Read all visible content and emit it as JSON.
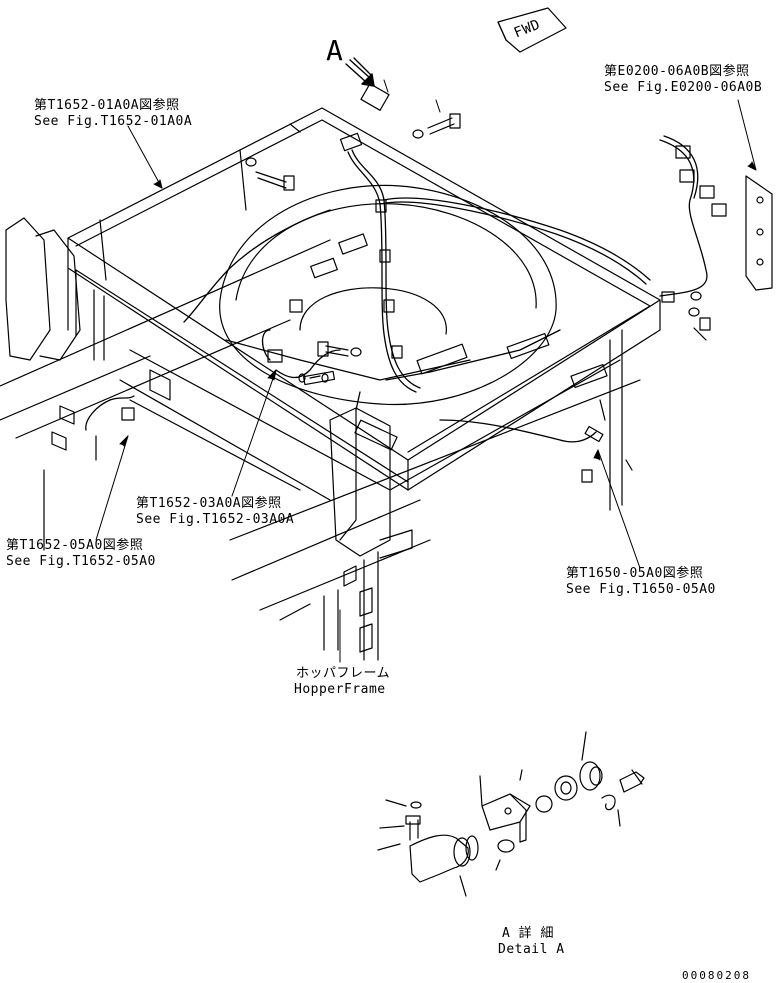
{
  "labels": {
    "view_a": "A",
    "fwd": "FWD",
    "ref_e0200_jp": "第E0200-06A0B図参照",
    "ref_e0200_en": "See Fig.E0200-06A0B",
    "ref_t1652_01_jp": "第T1652-01A0A図参照",
    "ref_t1652_01_en": "See Fig.T1652-01A0A",
    "ref_t1652_03_jp": "第T1652-03A0A図参照",
    "ref_t1652_03_en": "See Fig.T1652-03A0A",
    "ref_t1652_05_jp": "第T1652-05A0図参照",
    "ref_t1652_05_en": "See Fig.T1652-05A0",
    "ref_t1650_05_jp": "第T1650-05A0図参照",
    "ref_t1650_05_en": "See Fig.T1650-05A0",
    "hopper_jp": "ホッパフレーム",
    "hopper_en": "HopperFrame",
    "detail_jp": "A 詳 細",
    "detail_en": "Detail A",
    "doc_number": "00080208"
  }
}
